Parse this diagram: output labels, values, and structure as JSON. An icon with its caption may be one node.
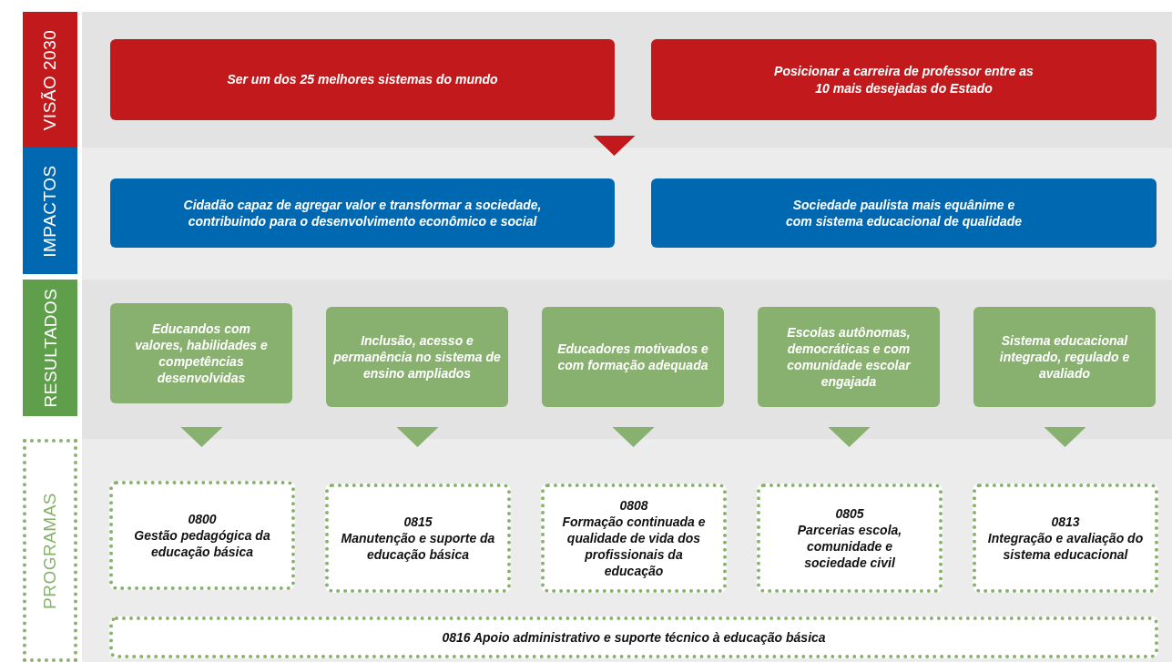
{
  "diagram": {
    "nodes": [
      {
        "text": [
          "VISÃO 2030"
        ]
      },
      {
        "text": [
          "Ser um dos 25 melhores sistemas do mundo"
        ],
        "in": 0
      },
      {
        "text": [
          "Posicionar a carreira de professor entre as 10 mais desejadas do Estado"
        ],
        "in": 0
      },
      {
        "text": [
          "IMPACTOS"
        ]
      },
      {
        "text": [
          "Cidadão capaz de agregar valor e transformar a sociedade, contribuindo para o desenvolvimento econômico e social"
        ],
        "in": 3
      },
      {
        "text": [
          "Sociedade paulista mais equânime e com sistema educacional de qualidade"
        ],
        "in": 3
      },
      {
        "text": [
          "RESULTADOS"
        ]
      },
      {
        "text": [
          "Educandos com valores, habilidades e competências desenvolvidas"
        ],
        "in": 6
      },
      {
        "text": [
          "Inclusão, acesso e permanência no sistema de ensino ampliados"
        ],
        "in": 6
      },
      {
        "text": [
          "Educadores motivados e com formação adequada"
        ],
        "in": 6
      },
      {
        "text": [
          "Escolas autônomas, democráticas e com comunidade escolar engajada"
        ],
        "in": 6
      },
      {
        "text": [
          "Sistema educacional integrado, regulado e avaliado"
        ],
        "in": 6
      },
      {
        "text": [
          "PROGRAMAS"
        ]
      },
      {
        "text": [
          "0800",
          "Gestão pedagógica da educação básica"
        ],
        "in": 12
      },
      {
        "text": [
          "0815",
          "Manutenção e suporte da educação básica"
        ],
        "in": 12
      },
      {
        "text": [
          "0808",
          "Formação continuada e qualidade de vida dos profissionais da educação"
        ],
        "in": 12
      },
      {
        "text": [
          "0805",
          "Parcerias escola, comunidade e sociedade civil"
        ],
        "in": 12
      },
      {
        "text": [
          "0813",
          "Integração e avaliação do sistema educacional"
        ],
        "in": 12
      },
      {
        "text": [
          "0816 Apoio administrativo e suporte técnico à educação básica"
        ],
        "in": 12
      }
    ],
    "edges": [
      {
        "from": 0,
        "to": 3,
        "arrow": "to",
        "color": "#c1191c"
      },
      {
        "from": 7,
        "to": 13,
        "arrow": "to"
      },
      {
        "from": 8,
        "to": 14,
        "arrow": "to"
      },
      {
        "from": 9,
        "to": 15,
        "arrow": "to"
      },
      {
        "from": 10,
        "to": 16,
        "arrow": "to"
      },
      {
        "from": 11,
        "to": 17,
        "arrow": "to"
      }
    ]
  }
}
